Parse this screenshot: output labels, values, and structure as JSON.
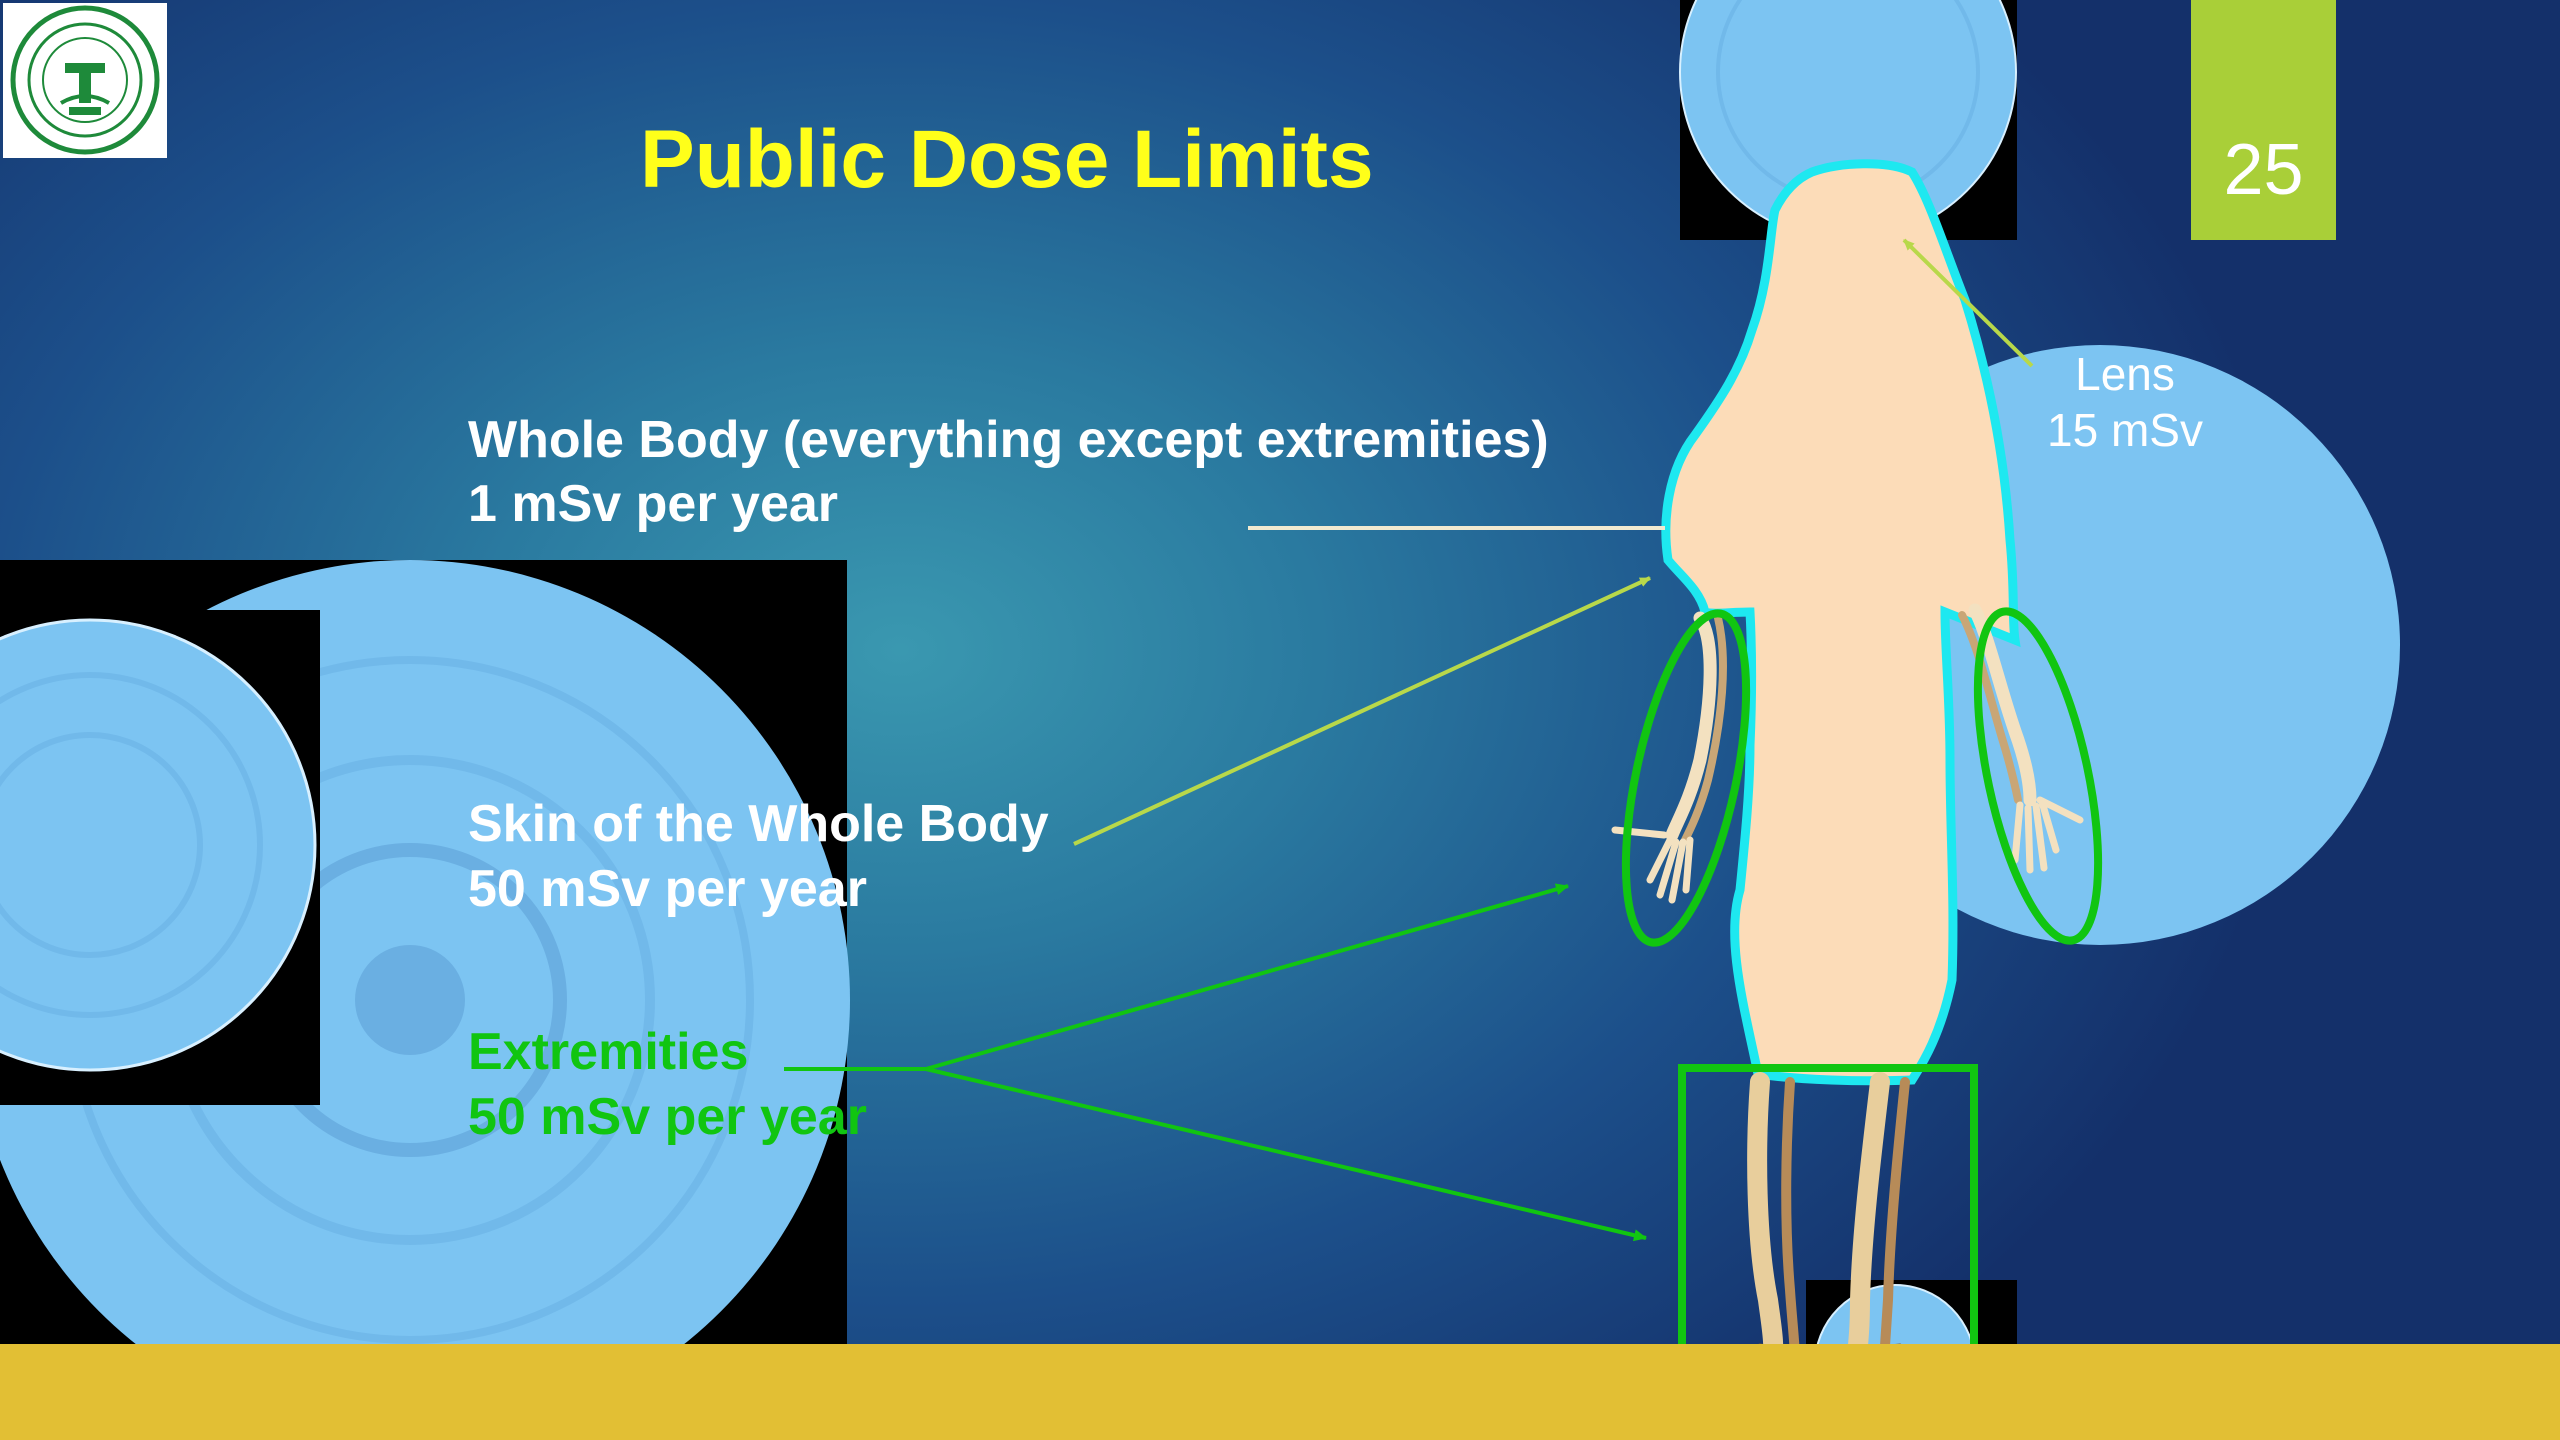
{
  "slide": {
    "title": "Public Dose Limits",
    "page_number": "25",
    "logo_name": "AERB logo",
    "labels": {
      "whole_body_line1": "Whole Body (everything except extremities)",
      "whole_body_line2": "1 mSv per year",
      "skin_line1": "Skin of the Whole Body",
      "skin_line2": "50 mSv per year",
      "extremities_line1": "Extremities",
      "extremities_line2": "50 mSv per year",
      "lens_line1": "Lens",
      "lens_line2": "15 mSv"
    }
  },
  "colors": {
    "title": "#ffff1a",
    "extremities_text": "#11c511",
    "page_box": "#a9cf38",
    "footer_bar": "#e2bf34",
    "body_fill": "#fcdcb8",
    "body_outline": "#1ee8f0",
    "ellipse_green": "#11c511",
    "arrow_lens": "#b8d84a"
  }
}
